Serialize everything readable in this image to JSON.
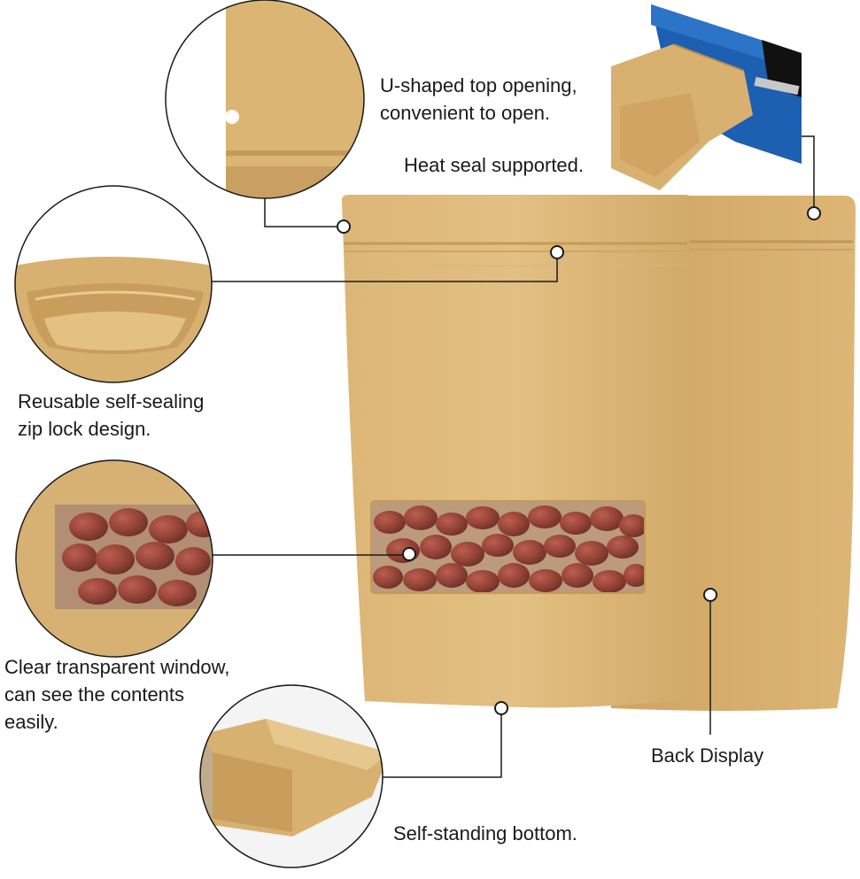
{
  "callouts": {
    "u_shaped": "U-shaped top opening,\nconvenient to open.",
    "heat_seal": "Heat seal supported.",
    "zip_lock": "Reusable self-sealing\nzip lock design.",
    "window": "Clear transparent window,\ncan see the contents\neasily.",
    "back": "Back Display",
    "bottom": "Self-standing bottom."
  },
  "colors": {
    "kraft": "#d8b070",
    "kraft_dark": "#c49a58",
    "kraft_light": "#e3c38a",
    "sealer_blue": "#1d5fb0",
    "date_red": "#7a2418",
    "line": "#1a1a1a"
  }
}
